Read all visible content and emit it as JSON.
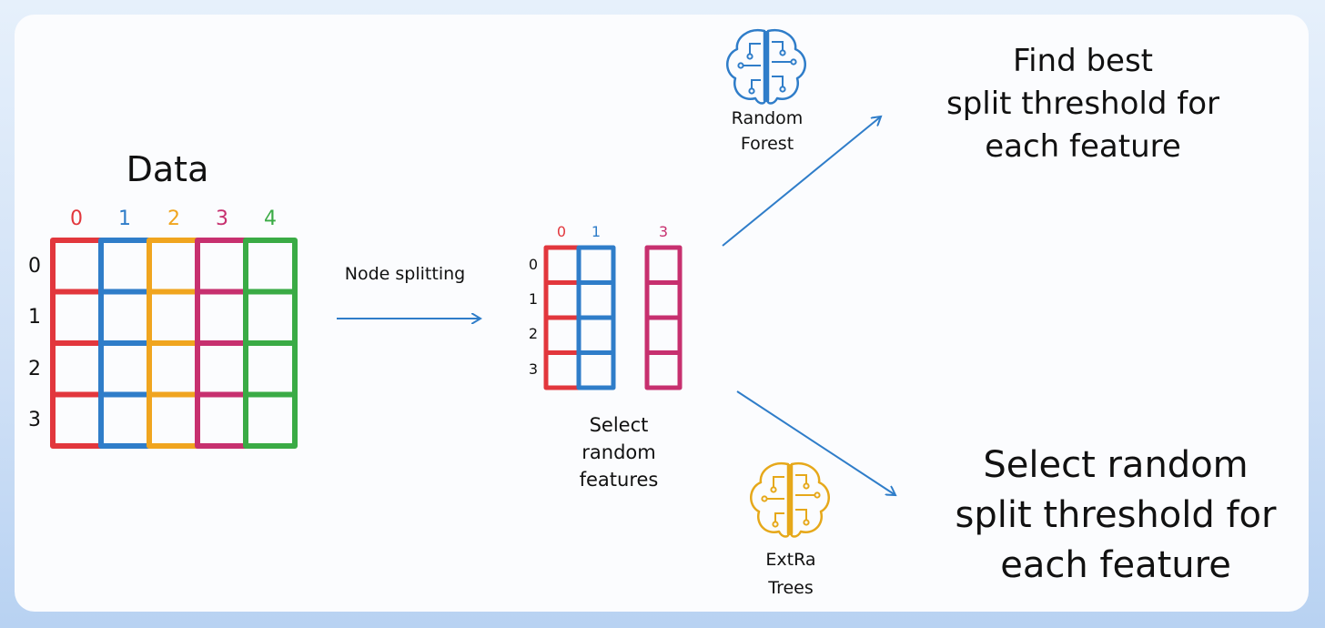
{
  "colors": {
    "red": "#e2373d",
    "blue": "#2f7dc9",
    "orange": "#f0a51f",
    "magenta": "#c7306f",
    "green": "#3aab45",
    "arrow": "#2f7dc9",
    "rf_icon": "#2f7dc9",
    "et_icon": "#e6a81a"
  },
  "data_grid": {
    "title": "Data",
    "col_labels": [
      "0",
      "1",
      "2",
      "3",
      "4"
    ],
    "row_labels": [
      "0",
      "1",
      "2",
      "3"
    ]
  },
  "split_arrow_label": "Node splitting",
  "subset_grid": {
    "col_labels": [
      "0",
      "1",
      "3"
    ],
    "row_labels": [
      "0",
      "1",
      "2",
      "3"
    ],
    "caption_lines": [
      "Select",
      "random",
      "features"
    ]
  },
  "random_forest": {
    "icon": "brain-circuit-icon",
    "label_lines": [
      "Random",
      "Forest"
    ],
    "result_lines": [
      "Find best",
      "split threshold for",
      "each feature"
    ]
  },
  "extra_trees": {
    "icon": "brain-circuit-icon",
    "label_lines": [
      "ExtRa",
      "Trees"
    ],
    "result_lines": [
      "Select random",
      "split threshold for",
      "each feature"
    ]
  }
}
